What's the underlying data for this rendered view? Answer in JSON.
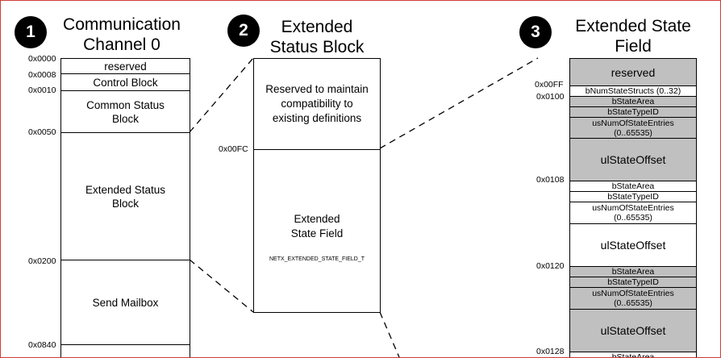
{
  "badges": [
    "1",
    "2",
    "3"
  ],
  "titles": {
    "col1": [
      "Communication",
      "Channel 0"
    ],
    "col2": [
      "Extended",
      "Status Block"
    ],
    "col3": [
      "Extended State",
      "Field"
    ]
  },
  "col1": {
    "addresses": [
      "0x0000",
      "0x0008",
      "0x0010",
      "0x0050",
      "0x0200",
      "0x0840"
    ],
    "cells": [
      "reserved",
      "Control Block",
      "Common Status Block",
      "Extended Status Block",
      "Send Mailbox"
    ]
  },
  "col2": {
    "address": "0x00FC",
    "reserved_text": "Reserved to maintain compatibility to existing definitions",
    "field_title": "Extended State Field",
    "field_type": "NETX_EXTENDED_STATE_FIELD_T"
  },
  "col3": {
    "addresses": [
      "0x00FF",
      "0x0100",
      "0x0108",
      "0x0120",
      "0x0128"
    ],
    "reserved": "reserved",
    "num_structs": "bNumStateStructs (0..32)",
    "state_area": "bStateArea",
    "state_type": "bStateTypeID",
    "num_entries": "usNumOfStateEntries",
    "num_entries_range": "(0..65535)",
    "state_offset": "ulStateOffset"
  }
}
